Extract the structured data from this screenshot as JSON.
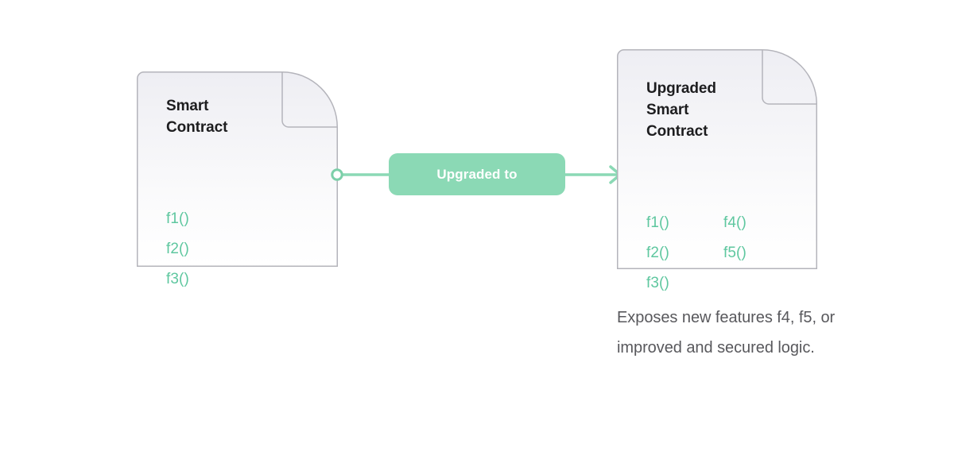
{
  "diagram": {
    "background_color": "#ffffff",
    "accent_color": "#5ec79f",
    "pill_color": "#8bd9b5",
    "card_fill_top": "#eeeef3",
    "card_fill_bottom": "#ffffff",
    "card_border_color": "#b4b4bb",
    "title_color": "#1d1d1f",
    "caption_color": "#58585c"
  },
  "left_card": {
    "title": "Smart\nContract",
    "functions": [
      "f1()",
      "f2()",
      "f3()"
    ]
  },
  "right_card": {
    "title": "Upgraded\nSmart\nContract",
    "functions_col1": [
      "f1()",
      "f2()",
      "f3()"
    ],
    "functions_col2": [
      "f4()",
      "f5()"
    ]
  },
  "connector": {
    "label": "Upgraded to"
  },
  "caption": {
    "text": "Exposes new features f4, f5, or improved and secured logic."
  }
}
